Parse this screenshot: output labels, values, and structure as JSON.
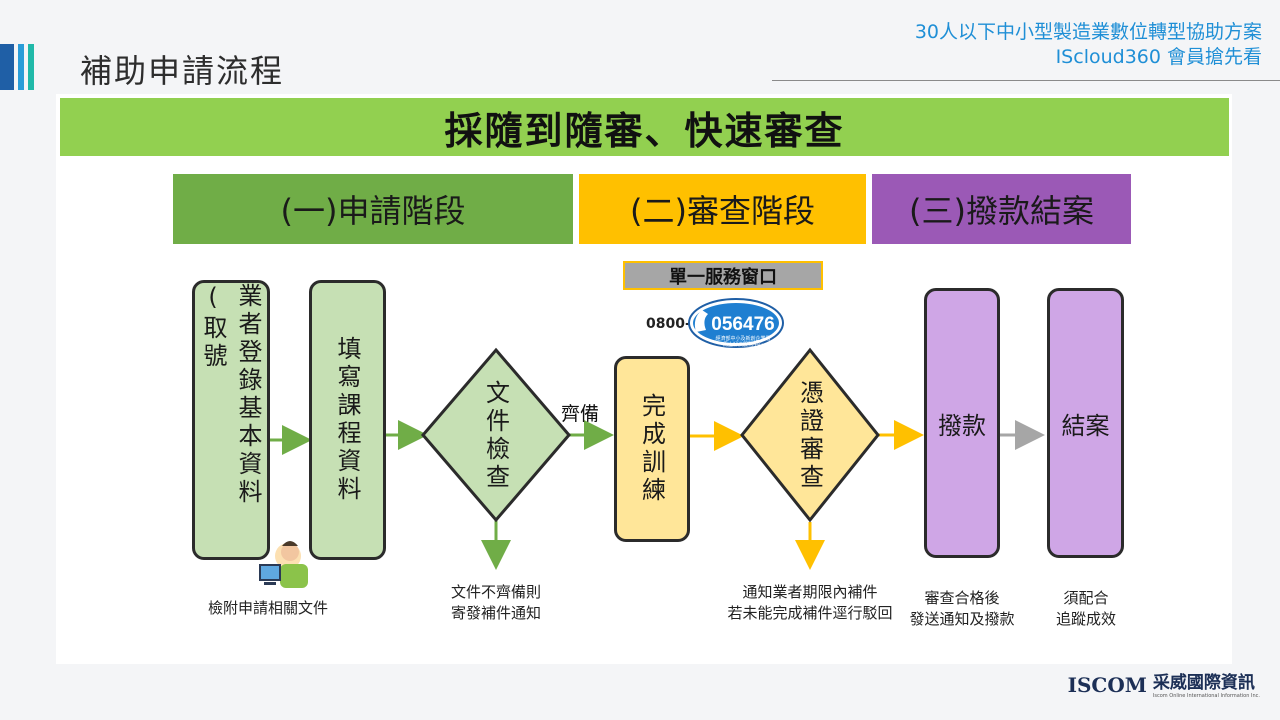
{
  "header": {
    "page_title": "補助申請流程",
    "program_line1": "30人以下中小型製造業數位轉型協助方案",
    "program_line2": "IScloud360 會員搶先看"
  },
  "banner": {
    "title": "採隨到隨審、快速審查"
  },
  "stages": [
    {
      "label": "(一)申請階段",
      "color": "#70ad47"
    },
    {
      "label": "(二)審查階段",
      "color": "#ffc000"
    },
    {
      "label": "(三)撥款結案",
      "color": "#9b59b6"
    }
  ],
  "service": {
    "window_label": "單一服務窗口",
    "phone_prefix": "0800-",
    "phone_number": "056476",
    "phone_caption_line1": "經濟部中小及新創企業署",
    "phone_caption_line2": "馬上解決服務中心"
  },
  "steps": {
    "register": "業者登錄基本資料(取號",
    "fill_course": "填寫課程資料",
    "doc_check": "文件檢查",
    "complete_training": "完成訓練",
    "voucher_review": "憑證審查",
    "disburse": "撥款",
    "close_case": "結案"
  },
  "labels": {
    "ready": "齊備",
    "attach_docs": "檢附申請相關文件",
    "docs_incomplete_line1": "文件不齊備則",
    "docs_incomplete_line2": "寄發補件通知",
    "notify_line1": "通知業者期限內補件",
    "notify_line2": "若未能完成補件逕行駁回",
    "approved_line1": "審查合格後",
    "approved_line2": "發送通知及撥款",
    "track_line1": "須配合",
    "track_line2": "追蹤成效"
  },
  "logo": {
    "brand": "ISCOM",
    "company_cn": "采威國際資訊",
    "company_en": "Iscom Online International Information Inc."
  },
  "icons": [
    "phone-icon",
    "person-at-computer-icon"
  ],
  "colors": {
    "accent_blue": "#1f8fd6",
    "banner_green": "#92d050",
    "stage_green": "#70ad47",
    "stage_yellow": "#ffc000",
    "stage_purple": "#9b59b6",
    "box_green": "#c6e0b4",
    "box_yellow": "#ffe699",
    "box_purple": "#cfa6e6"
  }
}
